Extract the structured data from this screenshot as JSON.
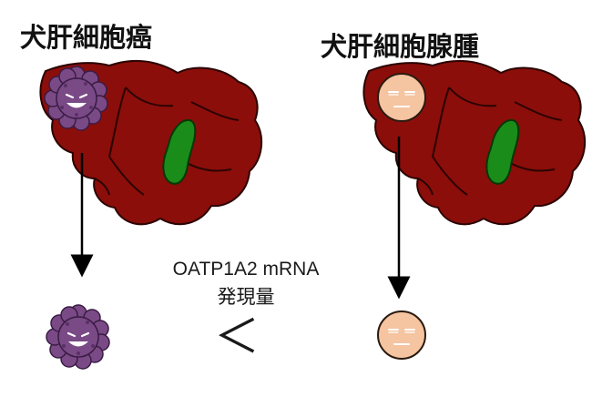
{
  "titles": {
    "left": "犬肝細胞癌",
    "right": "犬肝細胞腺腫"
  },
  "caption": {
    "line1": "OATP1A2 mRNA",
    "line2": "発現量"
  },
  "comparison_symbol": "＜",
  "colors": {
    "liver": "#8b0e0a",
    "gallbladder": "#1a8c1a",
    "carcinoma_cell": "#7a4a86",
    "adenoma_cell": "#f5c4a0",
    "arrow": "#000000"
  },
  "icons": {
    "tumor_left": "carcinoma-cell-smiling-icon",
    "tumor_right": "adenoma-cell-neutral-icon"
  }
}
